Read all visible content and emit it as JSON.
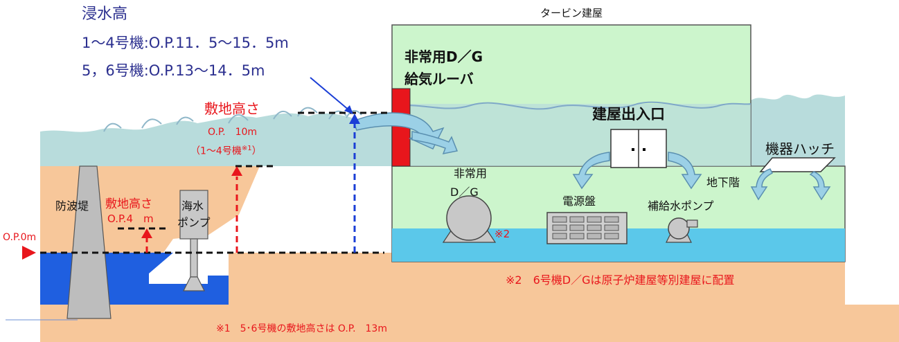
{
  "flood_height": {
    "title": "浸水高",
    "line1": "1～4号機:O.P.11．5～15．5m",
    "line2": "5，6号機:O.P.13～14．5m"
  },
  "turbine_building": "タービン建屋",
  "dg_louver": {
    "line1": "非常用D／G",
    "line2": "給気ルーバ"
  },
  "site_height_label": "敷地高さ",
  "site_height_units14": {
    "line1": "O.P.　10m",
    "line2_main": "（1～4号機",
    "line2_note": "※1",
    "line2_close": "）"
  },
  "building_entrance": "建屋出入口",
  "equipment_hatch": "機器ハッチ",
  "basement": "地下階",
  "emergency_dg": {
    "line1": "非常用",
    "line2": "D／G"
  },
  "power_panel": "電源盤",
  "makeup_pump": "補給水ポンプ",
  "note2_mark": "※2",
  "note2_text": "※2　6号機D／Gは原子炉建屋等別建屋に配置",
  "note1_text": "※1　5･6号機の敷地高さは O.P.　13m",
  "op0": "O.P.0m",
  "breakwater": "防波堤",
  "site_height_pump": {
    "line1": "敷地高さ",
    "line2": "O.P.4　m"
  },
  "seawater_pump": {
    "line1": "海水",
    "line2": "ポンプ"
  },
  "colors": {
    "sea": "#b8dcdc",
    "deep_sea": "#1f5fe0",
    "ground": "#f7c79a",
    "building": "#ccf5cc",
    "basement_water": "#5bc8ea",
    "louver": "#e8161c",
    "arrow_fill": "#9bd0e6",
    "label_navy": "#2b2f8f",
    "label_red": "#e8161c"
  }
}
